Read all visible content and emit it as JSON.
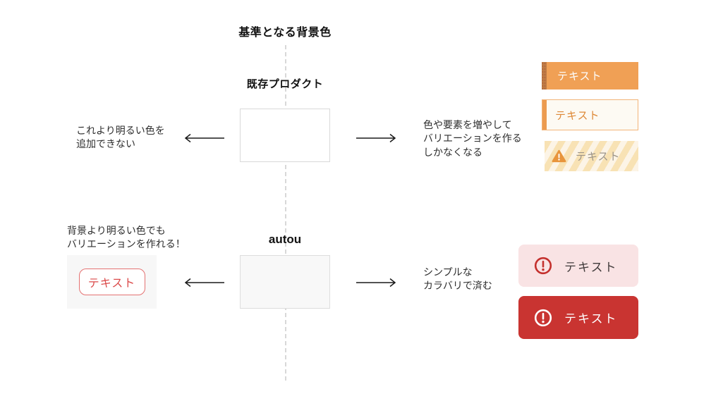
{
  "title": "基準となる背景色",
  "sections": {
    "existing": {
      "label": "既存プロダクト",
      "left_note": "これより明るい色を\n追加できない",
      "right_note": "色や要素を増やして\nバリエーションを作る\nしかなくなる"
    },
    "autou": {
      "label": "autou",
      "left_note": "背景より明るい色でも\nバリエーションを作れる！",
      "right_note": "シンプルな\nカラバリで済む"
    }
  },
  "samples": {
    "orange_solid_label": "テキスト",
    "orange_outline_label": "テキスト",
    "orange_striped_label": "テキスト",
    "outline_button_label": "テキスト",
    "pink_alert_label": "テキスト",
    "red_alert_label": "テキスト"
  },
  "icons": {
    "warning_triangle": "warning-triangle-icon",
    "alert_circle": "alert-circle-icon",
    "arrow_left": "arrow-left-icon",
    "arrow_right": "arrow-right-icon"
  },
  "colors": {
    "orange": "#f0a055",
    "orange_dark_edge": "#bf7c45",
    "orange_text": "#de8937",
    "cream_bg": "#fdfaf3",
    "stripe_cream": "#f8e2b4",
    "stripe_light": "#fcf4e6",
    "striped_text": "#9c9488",
    "pink_bg": "#f9e3e4",
    "red": "#c93431",
    "red_outline": "#e47272",
    "red_text": "#db4a4a",
    "panel_gray": "#f7f7f7",
    "dashed_line": "#d8d8d8"
  }
}
